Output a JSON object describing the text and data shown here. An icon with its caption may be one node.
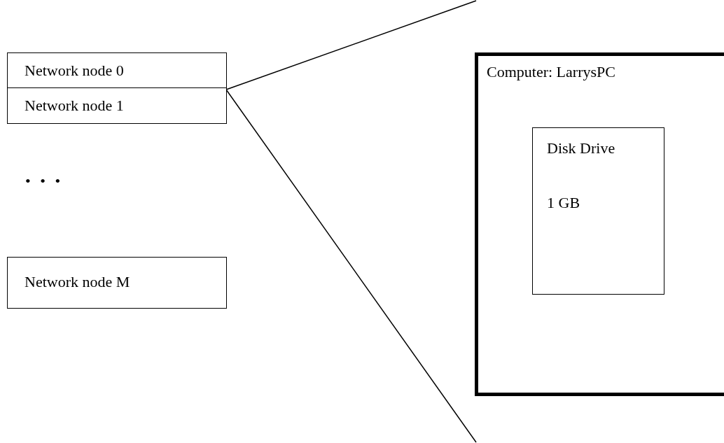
{
  "diagram": {
    "nodes": [
      {
        "text": [
          "Network node 0"
        ]
      },
      {
        "text": [
          "Network node 1"
        ]
      },
      {
        "text": [
          "Network node M"
        ]
      },
      {
        "text": [
          "Computer: LarrysPC"
        ]
      },
      {
        "text": [
          "Disk Drive",
          "1 GB"
        ],
        "in": 3
      }
    ],
    "edges": [
      {
        "from": 1,
        "to": null,
        "arrow": "none"
      },
      {
        "from": 1,
        "to": null,
        "arrow": "none"
      }
    ],
    "labels": [
      "• • •"
    ]
  }
}
